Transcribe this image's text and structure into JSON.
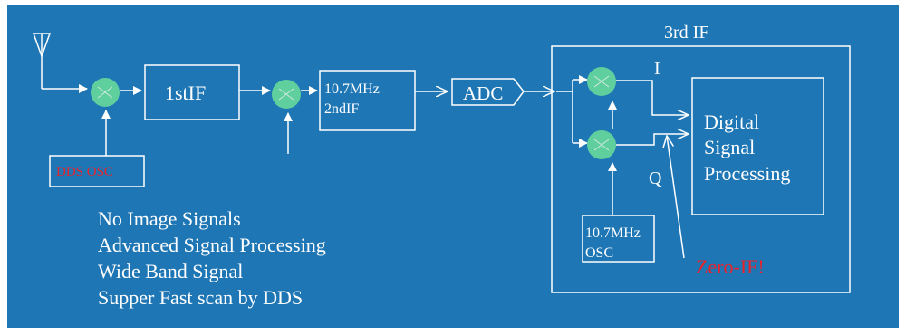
{
  "colors": {
    "background": "#1f76b5",
    "line": "#ffffff",
    "mixer": "#5fcf9d",
    "accent_red": "#e8222a"
  },
  "blocks": {
    "first_if": "1stIF",
    "second_if_line1": "10.7MHz",
    "second_if_line2": "2ndIF",
    "adc": "ADC",
    "dds_osc": "DDS OSC",
    "third_if_title": "3rd IF",
    "i_label": "I",
    "q_label": "Q",
    "dsp_line1": "Digital",
    "dsp_line2": "Signal",
    "dsp_line3": "Processing",
    "osc_line1": "10.7MHz",
    "osc_line2": "OSC",
    "zero_if": "Zero-IF!"
  },
  "bullets": [
    "No Image Signals",
    "Advanced Signal Processing",
    "Wide Band Signal",
    "Supper Fast scan by DDS"
  ],
  "icons": {
    "antenna": "antenna-icon",
    "mixer": "mixer-icon"
  }
}
